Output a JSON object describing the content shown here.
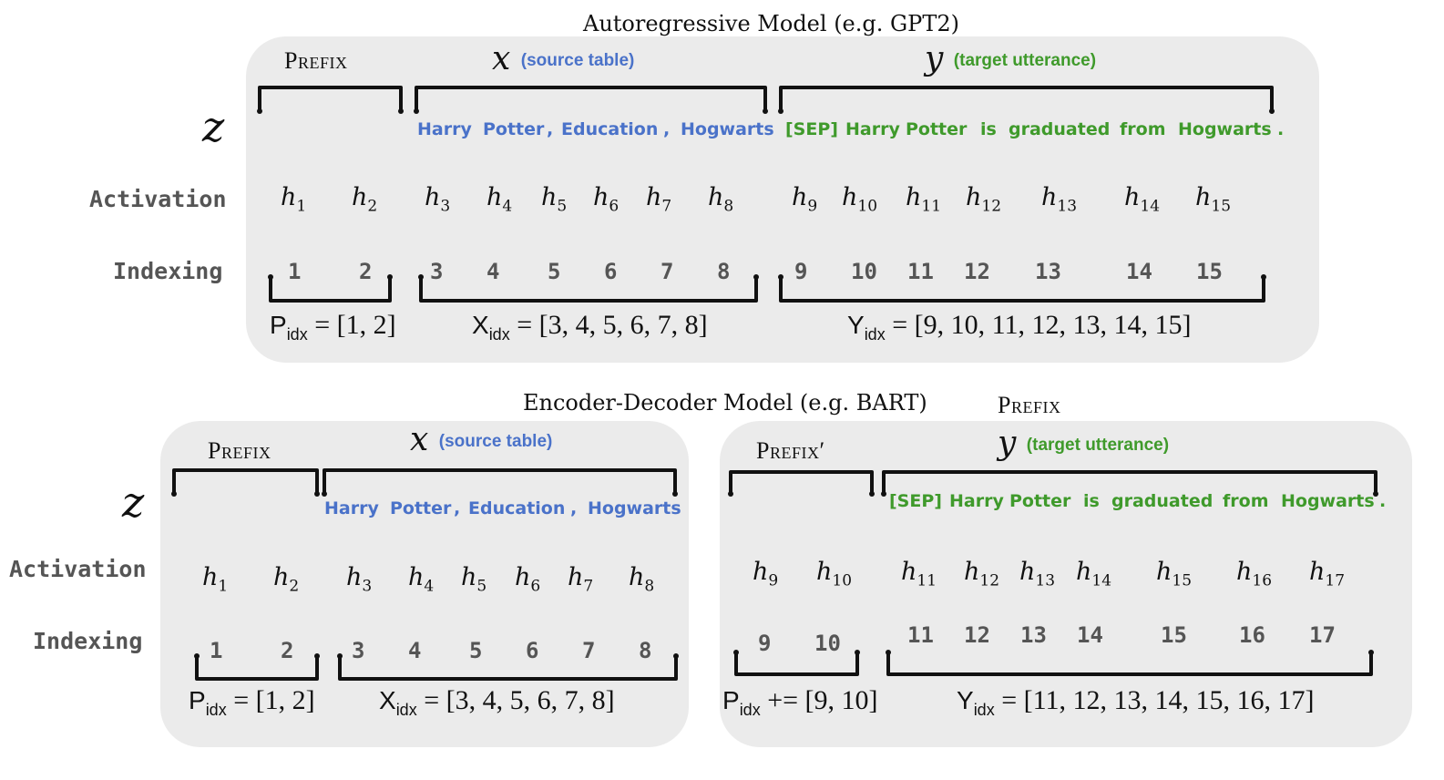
{
  "top": {
    "title": "Autoregressive  Model  (e.g. GPT2)",
    "prefix_label": "Prefix",
    "x_var": "x",
    "x_note": "(source table)",
    "y_var": "y",
    "y_note": "(target utterance)",
    "z_var": "z",
    "activation_label": "Activation",
    "indexing_label": "Indexing",
    "source_tokens": [
      "Harry",
      "Potter",
      ",",
      "Education",
      ",",
      "Hogwarts"
    ],
    "target_tokens": [
      "[SEP]",
      "Harry",
      "Potter",
      "is",
      "graduated",
      "from",
      "Hogwarts",
      "."
    ],
    "activations": [
      {
        "v": "h",
        "s": "1"
      },
      {
        "v": "h",
        "s": "2"
      },
      {
        "v": "h",
        "s": "3"
      },
      {
        "v": "h",
        "s": "4"
      },
      {
        "v": "h",
        "s": "5"
      },
      {
        "v": "h",
        "s": "6"
      },
      {
        "v": "h",
        "s": "7"
      },
      {
        "v": "h",
        "s": "8"
      },
      {
        "v": "h",
        "s": "9"
      },
      {
        "v": "h",
        "s": "10"
      },
      {
        "v": "h",
        "s": "11"
      },
      {
        "v": "h",
        "s": "12"
      },
      {
        "v": "h",
        "s": "13"
      },
      {
        "v": "h",
        "s": "14"
      },
      {
        "v": "h",
        "s": "15"
      }
    ],
    "indices": [
      "1",
      "2",
      "3",
      "4",
      "5",
      "6",
      "7",
      "8",
      "9",
      "10",
      "11",
      "12",
      "13",
      "14",
      "15"
    ],
    "p_idx": {
      "name": "P",
      "sub": "idx",
      "op": "=",
      "value": "[1, 2]"
    },
    "x_idx": {
      "name": "X",
      "sub": "idx",
      "op": "=",
      "value": "[3, 4, 5, 6, 7, 8]"
    },
    "y_idx": {
      "name": "Y",
      "sub": "idx",
      "op": "=",
      "value": "[9, 10, 11, 12, 13, 14, 15]"
    }
  },
  "bottom": {
    "title": "Encoder-Decoder Model  (e.g. BART)",
    "title_prefix": "Prefix",
    "enc": {
      "prefix_label": "Prefix",
      "x_var": "x",
      "x_note": "(source table)",
      "z_var": "z",
      "activation_label": "Activation",
      "indexing_label": "Indexing",
      "source_tokens": [
        "Harry",
        "Potter",
        ",",
        "Education",
        ",",
        "Hogwarts"
      ],
      "activations": [
        {
          "v": "h",
          "s": "1"
        },
        {
          "v": "h",
          "s": "2"
        },
        {
          "v": "h",
          "s": "3"
        },
        {
          "v": "h",
          "s": "4"
        },
        {
          "v": "h",
          "s": "5"
        },
        {
          "v": "h",
          "s": "6"
        },
        {
          "v": "h",
          "s": "7"
        },
        {
          "v": "h",
          "s": "8"
        }
      ],
      "indices": [
        "1",
        "2",
        "3",
        "4",
        "5",
        "6",
        "7",
        "8"
      ],
      "p_idx": {
        "name": "P",
        "sub": "idx",
        "op": "=",
        "value": "[1, 2]"
      },
      "x_idx": {
        "name": "X",
        "sub": "idx",
        "op": "=",
        "value": "[3, 4, 5, 6, 7, 8]"
      }
    },
    "dec": {
      "prefix_label": "Prefix′",
      "y_var": "y",
      "y_note": "(target utterance)",
      "target_tokens": [
        "[SEP]",
        "Harry",
        "Potter",
        "is",
        "graduated",
        "from",
        "Hogwarts",
        "."
      ],
      "activations": [
        {
          "v": "h",
          "s": "9"
        },
        {
          "v": "h",
          "s": "10"
        },
        {
          "v": "h",
          "s": "11"
        },
        {
          "v": "h",
          "s": "12"
        },
        {
          "v": "h",
          "s": "13"
        },
        {
          "v": "h",
          "s": "14"
        },
        {
          "v": "h",
          "s": "15"
        },
        {
          "v": "h",
          "s": "16"
        },
        {
          "v": "h",
          "s": "17"
        }
      ],
      "indices": [
        "9",
        "10",
        "11",
        "12",
        "13",
        "14",
        "15",
        "16",
        "17"
      ],
      "p_idx": {
        "name": "P",
        "sub": "idx",
        "op": "+=",
        "value": "[9, 10]"
      },
      "y_idx": {
        "name": "Y",
        "sub": "idx",
        "op": "=",
        "value": "[11, 12, 13, 14, 15, 16, 17]"
      }
    }
  }
}
